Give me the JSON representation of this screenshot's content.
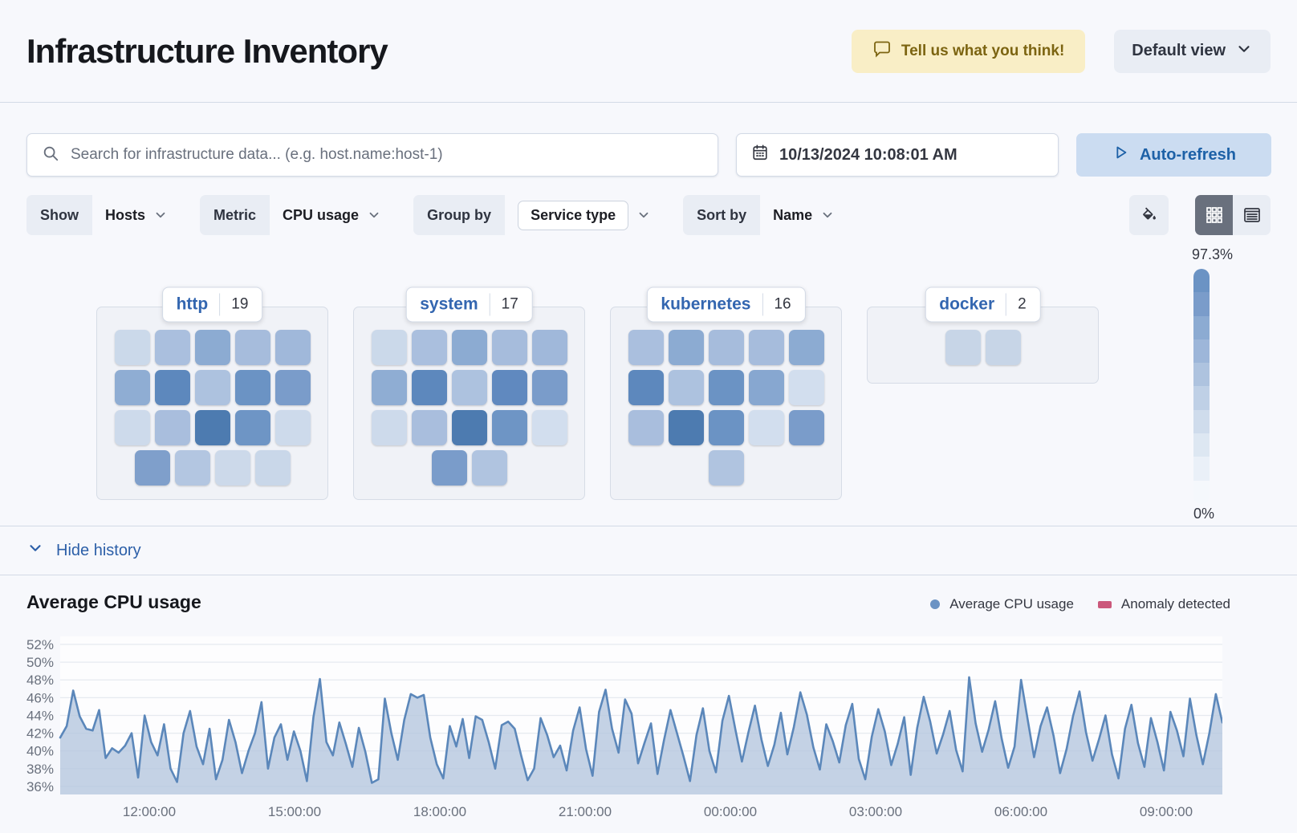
{
  "header": {
    "title": "Infrastructure Inventory",
    "feedback_label": "Tell us what you think!",
    "view_selector": "Default view"
  },
  "toolbar": {
    "search_placeholder": "Search for infrastructure data... (e.g. host.name:host-1)",
    "datetime": "10/13/2024 10:08:01 AM",
    "auto_refresh": "Auto-refresh"
  },
  "filters": {
    "show_label": "Show",
    "show_value": "Hosts",
    "metric_label": "Metric",
    "metric_value": "CPU usage",
    "group_label": "Group by",
    "group_value": "Service type",
    "sort_label": "Sort by",
    "sort_value": "Name"
  },
  "scale": {
    "max_label": "97.3%",
    "min_label": "0%",
    "steps": [
      "#6b93c4",
      "#7a9cca",
      "#8cabd2",
      "#9db6d9",
      "#aec3df",
      "#bfd0e6",
      "#cfdcec",
      "#dde7f2",
      "#eaf0f8",
      "#f5f8fc"
    ]
  },
  "waffle": {
    "groups": [
      {
        "name": "http",
        "count": "19",
        "rows": [
          [
            "#cbd9ea",
            "#aabfde",
            "#8cabd2",
            "#a6bcdc",
            "#a0b8da"
          ],
          [
            "#8fadd3",
            "#5d88bd",
            "#adc2df",
            "#6b93c4",
            "#7a9cca"
          ],
          [
            "#cddaeb",
            "#a9bedd",
            "#4d7bb0",
            "#6e95c5",
            "#cddaeb"
          ],
          [
            "#7f9fcb",
            "#b3c6e1",
            "#ccd9ea",
            "#c9d7e9"
          ]
        ]
      },
      {
        "name": "system",
        "count": "17",
        "rows": [
          [
            "#cbd9ea",
            "#aabfde",
            "#8cabd2",
            "#a6bcdc",
            "#a0b8da"
          ],
          [
            "#8fadd3",
            "#5d88bd",
            "#adc2df",
            "#6089bf",
            "#7a9cca"
          ],
          [
            "#cddaeb",
            "#a9bedd",
            "#4d7bb0",
            "#6e95c5",
            "#d2deee"
          ],
          [
            "#7a9cca",
            "#b0c4e0"
          ]
        ]
      },
      {
        "name": "kubernetes",
        "count": "16",
        "rows": [
          [
            "#aabfde",
            "#8cabd2",
            "#a6bcdc",
            "#a6bcdc",
            "#8cabd2"
          ],
          [
            "#5d88bd",
            "#adc2df",
            "#6b93c4",
            "#87a7d0",
            "#d2deee"
          ],
          [
            "#a9bedd",
            "#4d7bb0",
            "#6b93c4",
            "#d2deee",
            "#7a9cca"
          ],
          [
            "#b0c4e0"
          ]
        ]
      },
      {
        "name": "docker",
        "count": "2",
        "rows": [
          [
            "#c7d5e7",
            "#c7d5e7"
          ]
        ]
      }
    ]
  },
  "history": {
    "toggle_label": "Hide history"
  },
  "chart_data": {
    "type": "area",
    "title": "Average CPU usage",
    "legend": [
      {
        "label": "Average CPU usage",
        "marker": "dot",
        "color": "#6b93c4"
      },
      {
        "label": "Anomaly detected",
        "marker": "rect",
        "color": "#cb587b"
      }
    ],
    "y_ticks": [
      52,
      50,
      48,
      46,
      44,
      42,
      40,
      38,
      36
    ],
    "y_tick_suffix": "%",
    "ylim": [
      36,
      52
    ],
    "x_ticks": [
      "12:00:00",
      "15:00:00",
      "18:00:00",
      "21:00:00",
      "00:00:00",
      "03:00:00",
      "06:00:00",
      "09:00:00"
    ],
    "grid": true,
    "legend_position": "top-right",
    "line_color": "#5b87ba",
    "fill_color": "#b5c7de",
    "series": [
      {
        "name": "Average CPU usage",
        "values": [
          41.5,
          42.8,
          46.8,
          43.9,
          42.5,
          42.3,
          44.6,
          39.2,
          40.3,
          39.8,
          40.6,
          42.0,
          37.0,
          44.0,
          41.0,
          39.5,
          43.0,
          38.0,
          36.5,
          42.0,
          44.5,
          40.5,
          38.5,
          42.5,
          36.8,
          39.0,
          43.5,
          41.0,
          37.5,
          40.0,
          42.0,
          45.5,
          38.0,
          41.5,
          43.0,
          39.0,
          42.2,
          40.0,
          36.6,
          43.8,
          48.1,
          41.0,
          39.5,
          43.2,
          40.8,
          38.2,
          42.6,
          39.9,
          36.4,
          36.8,
          45.9,
          42.0,
          39.0,
          43.5,
          46.4,
          46.0,
          46.3,
          41.5,
          38.5,
          36.9,
          42.8,
          40.5,
          43.6,
          39.2,
          43.9,
          43.5,
          41.0,
          38.0,
          42.9,
          43.3,
          42.5,
          39.5,
          36.7,
          38.0,
          43.7,
          41.8,
          39.3,
          40.6,
          37.8,
          42.3,
          44.9,
          40.2,
          37.2,
          44.4,
          46.9,
          42.5,
          39.8,
          45.8,
          44.2,
          38.6,
          40.9,
          43.1,
          37.4,
          41.2,
          44.6,
          42.0,
          39.4,
          36.6,
          41.8,
          44.8,
          40.0,
          37.6,
          43.4,
          46.2,
          42.4,
          38.8,
          42.1,
          45.1,
          41.3,
          38.3,
          40.7,
          44.3,
          39.6,
          42.7,
          46.6,
          44.1,
          40.4,
          37.9,
          43.0,
          41.1,
          38.7,
          42.9,
          45.3,
          39.1,
          36.8,
          41.6,
          44.7,
          42.2,
          38.4,
          40.8,
          43.8,
          37.3,
          42.6,
          46.1,
          43.3,
          39.7,
          41.9,
          44.5,
          40.1,
          37.7,
          48.3,
          43.1,
          39.9,
          42.4,
          45.6,
          41.4,
          38.1,
          40.5,
          48.0,
          43.6,
          39.3,
          42.8,
          44.9,
          41.7,
          37.5,
          40.2,
          43.9,
          46.7,
          42.1,
          38.9,
          41.3,
          44.0,
          39.6,
          36.9,
          42.5,
          45.2,
          40.9,
          38.2,
          43.7,
          41.0,
          37.8,
          44.4,
          42.3,
          39.4,
          45.9,
          41.8,
          38.5,
          42.0,
          46.4,
          43.2
        ]
      }
    ]
  }
}
